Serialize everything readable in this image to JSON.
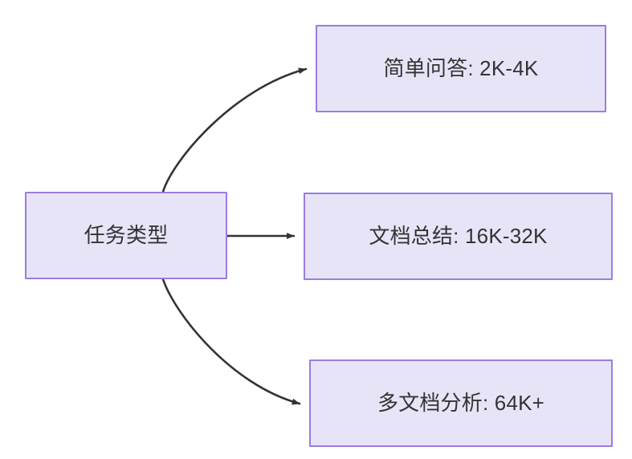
{
  "diagram": {
    "type": "flowchart",
    "direction": "left-to-right",
    "background_color": "#ffffff",
    "node_fill_color": "#e8e4f8",
    "node_border_color": "#9b7ce0",
    "node_text_color": "#333333",
    "edge_color": "#333333",
    "source": {
      "id": "task-type",
      "label": "任务类型"
    },
    "targets": [
      {
        "id": "simple-qa",
        "label": "简单问答: 2K-4K",
        "edge_style": "curved"
      },
      {
        "id": "doc-summary",
        "label": "文档总结: 16K-32K",
        "edge_style": "straight"
      },
      {
        "id": "multi-doc-analysis",
        "label": "多文档分析: 64K+",
        "edge_style": "curved"
      }
    ],
    "edges": [
      {
        "id": "edge-to-simple-qa",
        "from": "task-type",
        "to": "simple-qa",
        "arrowhead": "filled-triangle"
      },
      {
        "id": "edge-to-doc-summary",
        "from": "task-type",
        "to": "doc-summary",
        "arrowhead": "filled-triangle"
      },
      {
        "id": "edge-to-multi-doc-analysis",
        "from": "task-type",
        "to": "multi-doc-analysis",
        "arrowhead": "filled-triangle"
      }
    ]
  }
}
